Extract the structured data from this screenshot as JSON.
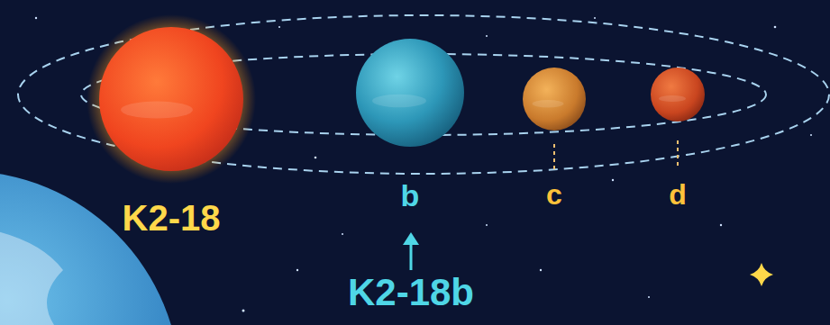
{
  "diagram": {
    "nodes": [
      {
        "text": [
          "K2-18"
        ]
      },
      {
        "text": [
          "b"
        ]
      },
      {
        "text": [
          "c"
        ]
      },
      {
        "text": [
          "d"
        ]
      }
    ],
    "labels": [
      "K2-18b"
    ]
  }
}
